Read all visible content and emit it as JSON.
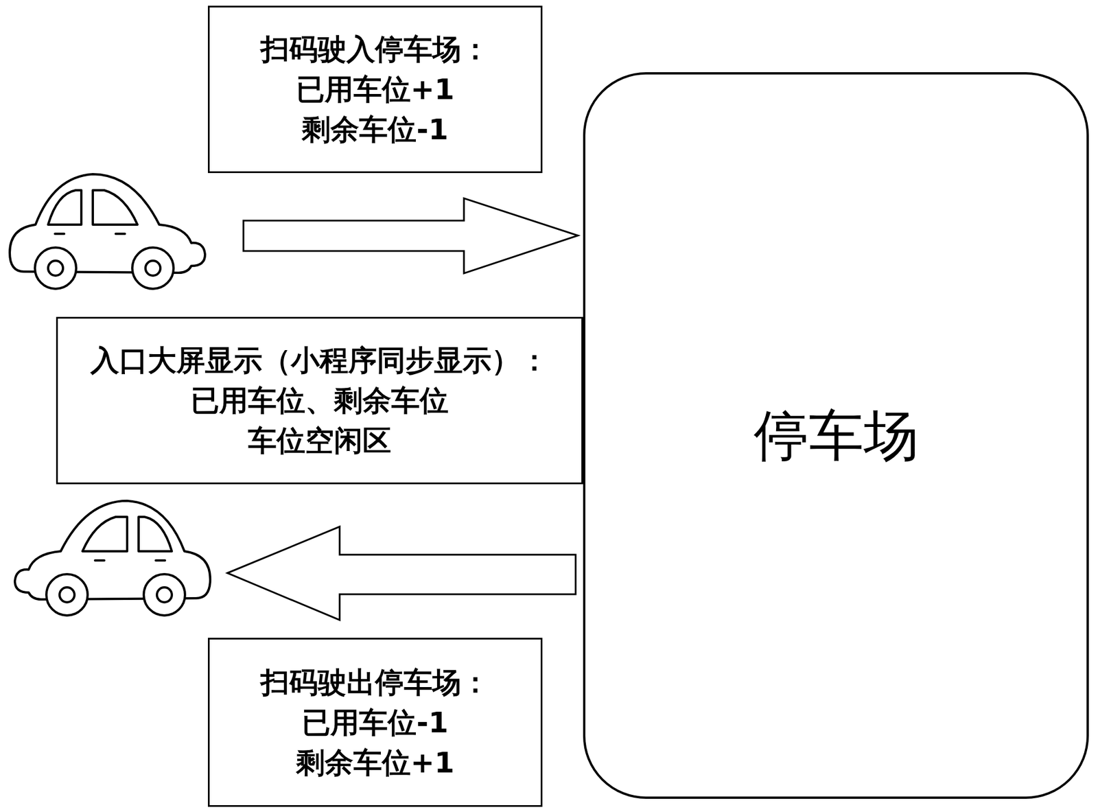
{
  "diagram": {
    "nodes": [
      {
        "text": [
          "扫码驶入停车场：",
          "已用车位+1",
          "剩余车位-1"
        ]
      },
      {
        "text": [
          "入口大屏显示（小程序同步显示）：",
          "已用车位、剩余车位",
          "车位空闲区"
        ]
      },
      {
        "text": [
          "扫码驶出停车场：",
          "已用车位-1",
          "剩余车位+1"
        ]
      },
      {
        "text": [
          "停车场"
        ]
      }
    ],
    "edges": []
  }
}
